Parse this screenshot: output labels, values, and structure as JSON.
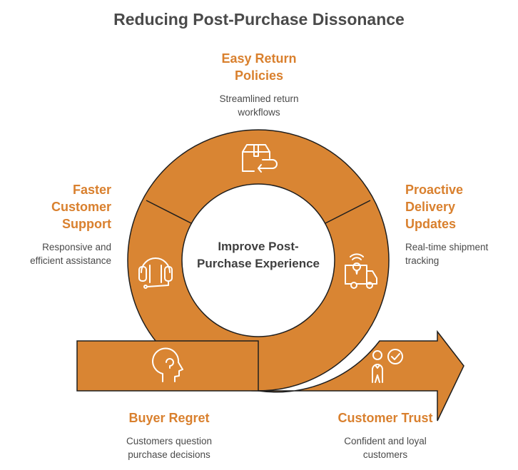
{
  "title": "Reducing Post-Purchase Dissonance",
  "center": "Improve Post-Purchase Experience",
  "colors": {
    "accent": "#d9802e",
    "ring_fill": "#d98533",
    "stroke": "#1e1e1e",
    "text": "#4a4a4a"
  },
  "stages": {
    "easy_return": {
      "heading": "Easy Return Policies",
      "heading_lines": [
        "Easy Return",
        "Policies"
      ],
      "desc_lines": [
        "Streamlined return",
        "workflows"
      ],
      "icon": "box-return-icon"
    },
    "faster_support": {
      "heading": "Faster Customer Support",
      "heading_lines": [
        "Faster",
        "Customer",
        "Support"
      ],
      "desc_lines": [
        "Responsive and",
        "efficient assistance"
      ],
      "icon": "headset-icon"
    },
    "proactive_delivery": {
      "heading": "Proactive Delivery Updates",
      "heading_lines": [
        "Proactive",
        "Delivery",
        "Updates"
      ],
      "desc_lines": [
        "Real-time shipment",
        "tracking"
      ],
      "icon": "delivery-truck-icon"
    },
    "buyer_regret": {
      "heading": "Buyer Regret",
      "desc_lines": [
        "Customers question",
        "purchase decisions"
      ],
      "icon": "thinking-head-icon"
    },
    "customer_trust": {
      "heading": "Customer Trust",
      "desc_lines": [
        "Confident and loyal",
        "customers"
      ],
      "icon": "person-check-icon"
    }
  }
}
